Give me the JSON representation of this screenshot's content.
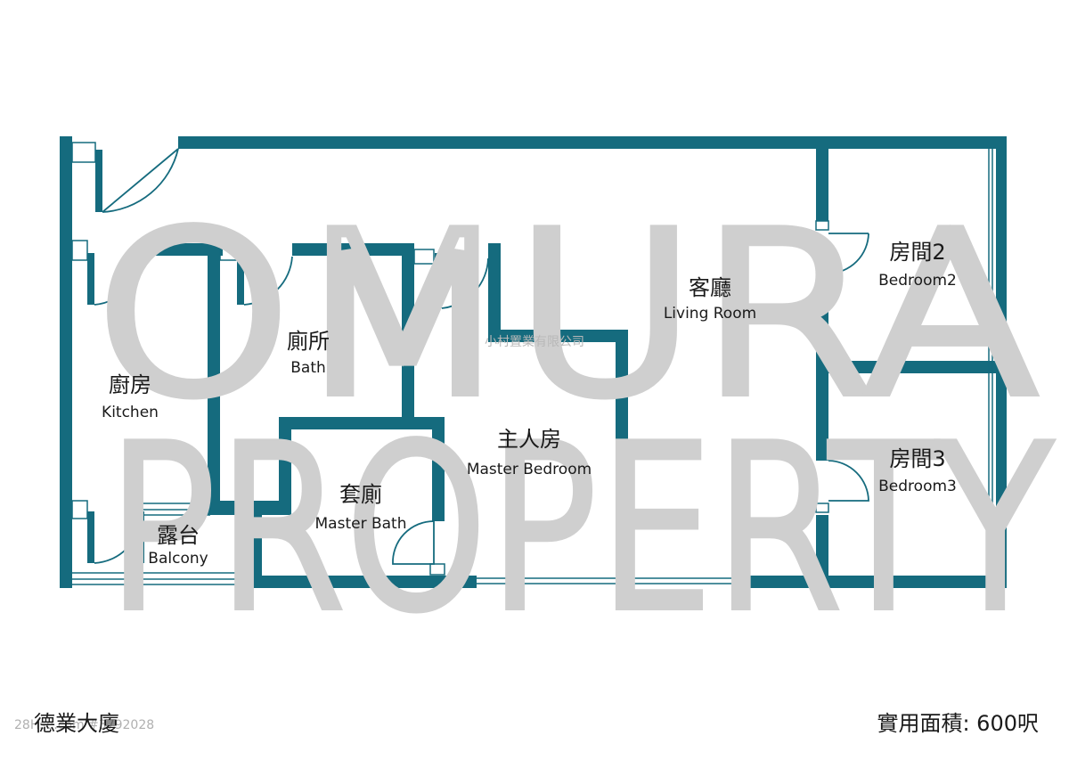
{
  "colors": {
    "wall": "#156b7e",
    "watermark": "#cfcfcf",
    "text": "#1a1a1a",
    "background": "#ffffff"
  },
  "watermark": {
    "line1": "OMURA",
    "line2": "PROPERTY",
    "company": "小村置業有限公司"
  },
  "rooms": {
    "living": {
      "zh": "客廳",
      "en": "Living Room"
    },
    "bedroom2": {
      "zh": "房間2",
      "en": "Bedroom2"
    },
    "bedroom3": {
      "zh": "房間3",
      "en": "Bedroom3"
    },
    "bath": {
      "zh": "廁所",
      "en": "Bath"
    },
    "kitchen": {
      "zh": "廚房",
      "en": "Kitchen"
    },
    "master_bedroom": {
      "zh": "主人房",
      "en": "Master Bedroom"
    },
    "master_bath": {
      "zh": "套廁",
      "en": "Master Bath"
    },
    "balcony": {
      "zh": "露台",
      "en": "Balcony"
    }
  },
  "footer": {
    "building_name": "德業大廈",
    "reference": "28Hse.com #3792028",
    "area": "實用面積: 600呎"
  }
}
